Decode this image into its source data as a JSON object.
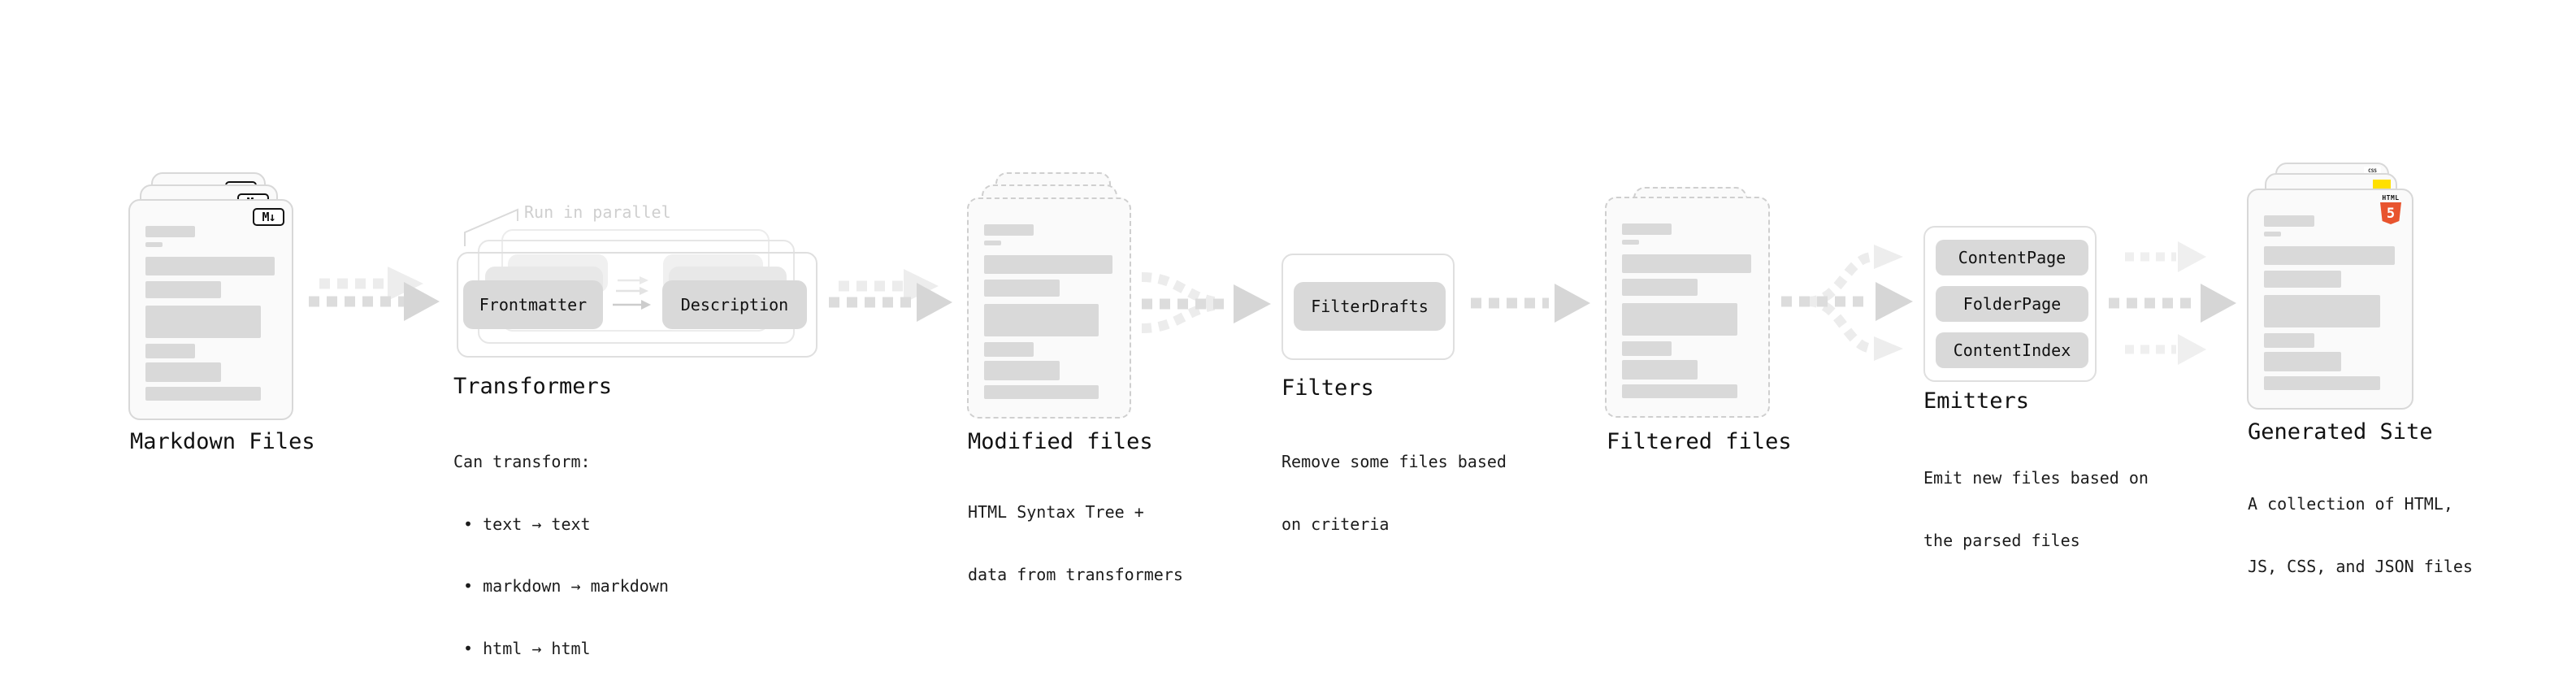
{
  "stages": {
    "markdown_files": {
      "label": "Markdown Files",
      "badge": "M↓"
    },
    "transformers": {
      "title": "Transformers",
      "annotation": "Run in parallel",
      "pill_left": "Frontmatter",
      "pill_right": "Description",
      "desc_lines": [
        "Can transform:",
        " • text → text",
        " • markdown → markdown",
        " • html → html"
      ]
    },
    "modified_files": {
      "label": "Modified files",
      "desc_lines": [
        "HTML Syntax Tree +",
        "data from transformers"
      ]
    },
    "filters": {
      "title": "Filters",
      "pill": "FilterDrafts",
      "desc_lines": [
        "Remove some files based",
        "on criteria"
      ]
    },
    "filtered_files": {
      "label": "Filtered files"
    },
    "emitters": {
      "title": "Emitters",
      "pills": [
        "ContentPage",
        "FolderPage",
        "ContentIndex"
      ],
      "desc_lines": [
        "Emit new files based on",
        "the parsed files"
      ]
    },
    "generated_site": {
      "label": "Generated Site",
      "desc_lines": [
        "A collection of HTML,",
        "JS, CSS, and JSON files"
      ],
      "badge_css": "CSS",
      "badge_html_word": "HTML",
      "badge_html_number": "5"
    }
  },
  "colors": {
    "arrow_dash": "#dcdcdc",
    "arrow_head": "#d6d6d6",
    "arrow_ghost": "#ececec",
    "skeleton_bar": "#d9d9d9",
    "card_background": "#fafafa",
    "html5_orange": "#e8542e",
    "js_yellow": "#ffe000",
    "css_blue": "#2f6fe4"
  }
}
